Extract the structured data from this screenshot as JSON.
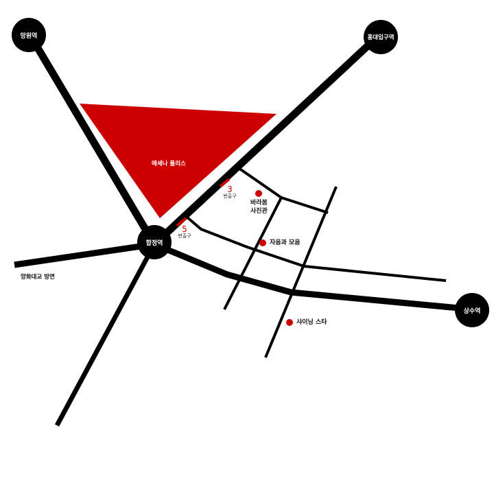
{
  "map": {
    "colors": {
      "road": "#000000",
      "highlight": "#cc0000",
      "background": "#ffffff",
      "poi": "#cc0000"
    },
    "highlight_area": {
      "label": "메세나 폴리스"
    },
    "stations": [
      {
        "id": "mangwon",
        "label": "망원역"
      },
      {
        "id": "hongik",
        "label": "홍대입구역"
      },
      {
        "id": "hapjeong",
        "label": "합정역"
      },
      {
        "id": "sangsu",
        "label": "상수역"
      }
    ],
    "exits": [
      {
        "number": "3",
        "label": "번출구"
      },
      {
        "number": "5",
        "label": "번출구"
      }
    ],
    "pois": [
      {
        "line1": "바라봄",
        "line2": "사진관"
      },
      {
        "line1": "자음과 모음"
      },
      {
        "line1": "샤이닝 스타"
      }
    ],
    "direction_labels": [
      {
        "label": "양화대교 방면"
      }
    ]
  }
}
